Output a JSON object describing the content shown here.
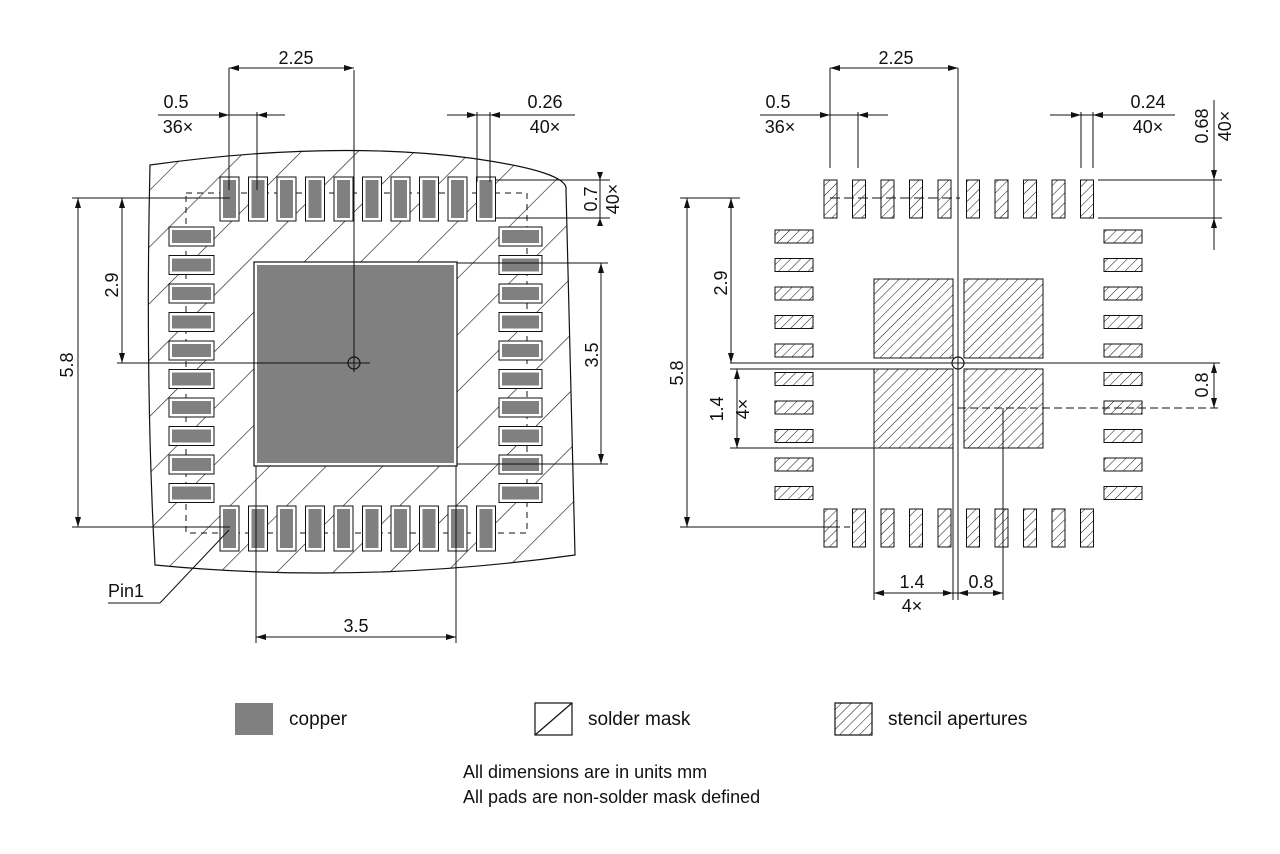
{
  "left_view": {
    "dims": {
      "pitch_top": "2.25",
      "pad_pitch": "0.5",
      "pad_pitch_count": "36×",
      "pad_width": "0.26",
      "pad_width_count": "40×",
      "pad_length": "0.7",
      "pad_length_count": "40×",
      "half_height": "2.9",
      "full_height": "5.8",
      "ep_height": "3.5",
      "ep_width": "3.5"
    },
    "pin1_label": "Pin1"
  },
  "right_view": {
    "dims": {
      "pitch_top": "2.25",
      "pad_pitch": "0.5",
      "pad_pitch_count": "36×",
      "pad_width": "0.24",
      "pad_width_count": "40×",
      "pad_length": "0.68",
      "pad_length_count": "40×",
      "half_height": "2.9",
      "full_height": "5.8",
      "aperture_size": "1.4",
      "aperture_count": "4×",
      "aperture_gap": "0.8",
      "bottom_aperture_size": "1.4",
      "bottom_aperture_count": "4×",
      "bottom_gap": "0.8"
    }
  },
  "legend": {
    "copper": "copper",
    "solder_mask": "solder mask",
    "stencil": "stencil apertures",
    "copper_color": "#808080"
  },
  "notes": {
    "line1": "All dimensions are in units mm",
    "line2": "All pads are non-solder mask defined"
  }
}
